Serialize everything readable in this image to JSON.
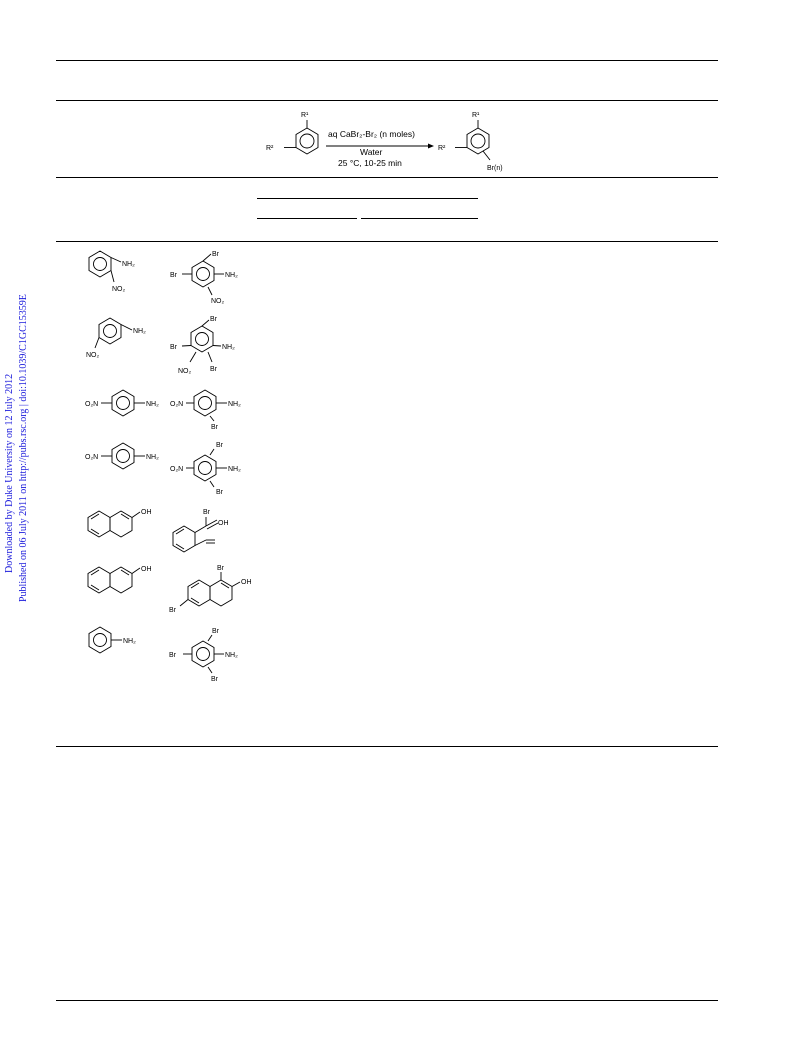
{
  "side_notes": {
    "line1": "Downloaded by Duke University on 12 July 2012",
    "line2": "Published on 06 July 2011 on http://pubs.rsc.org | doi:10.1039/C1GC15359E"
  },
  "scheme": {
    "reagent": "aq CaBr₂-Br₂ (n moles)",
    "solvent": "Water",
    "conditions": "25 °C, 10-25 min",
    "r1": "R¹",
    "r2": "R²",
    "product_group": "Br(n)"
  },
  "atom_labels": {
    "nh2": "NH₂",
    "no2": "NO₂",
    "o2n": "O₂N",
    "br": "Br",
    "oh": "OH",
    "sub2": "2"
  }
}
